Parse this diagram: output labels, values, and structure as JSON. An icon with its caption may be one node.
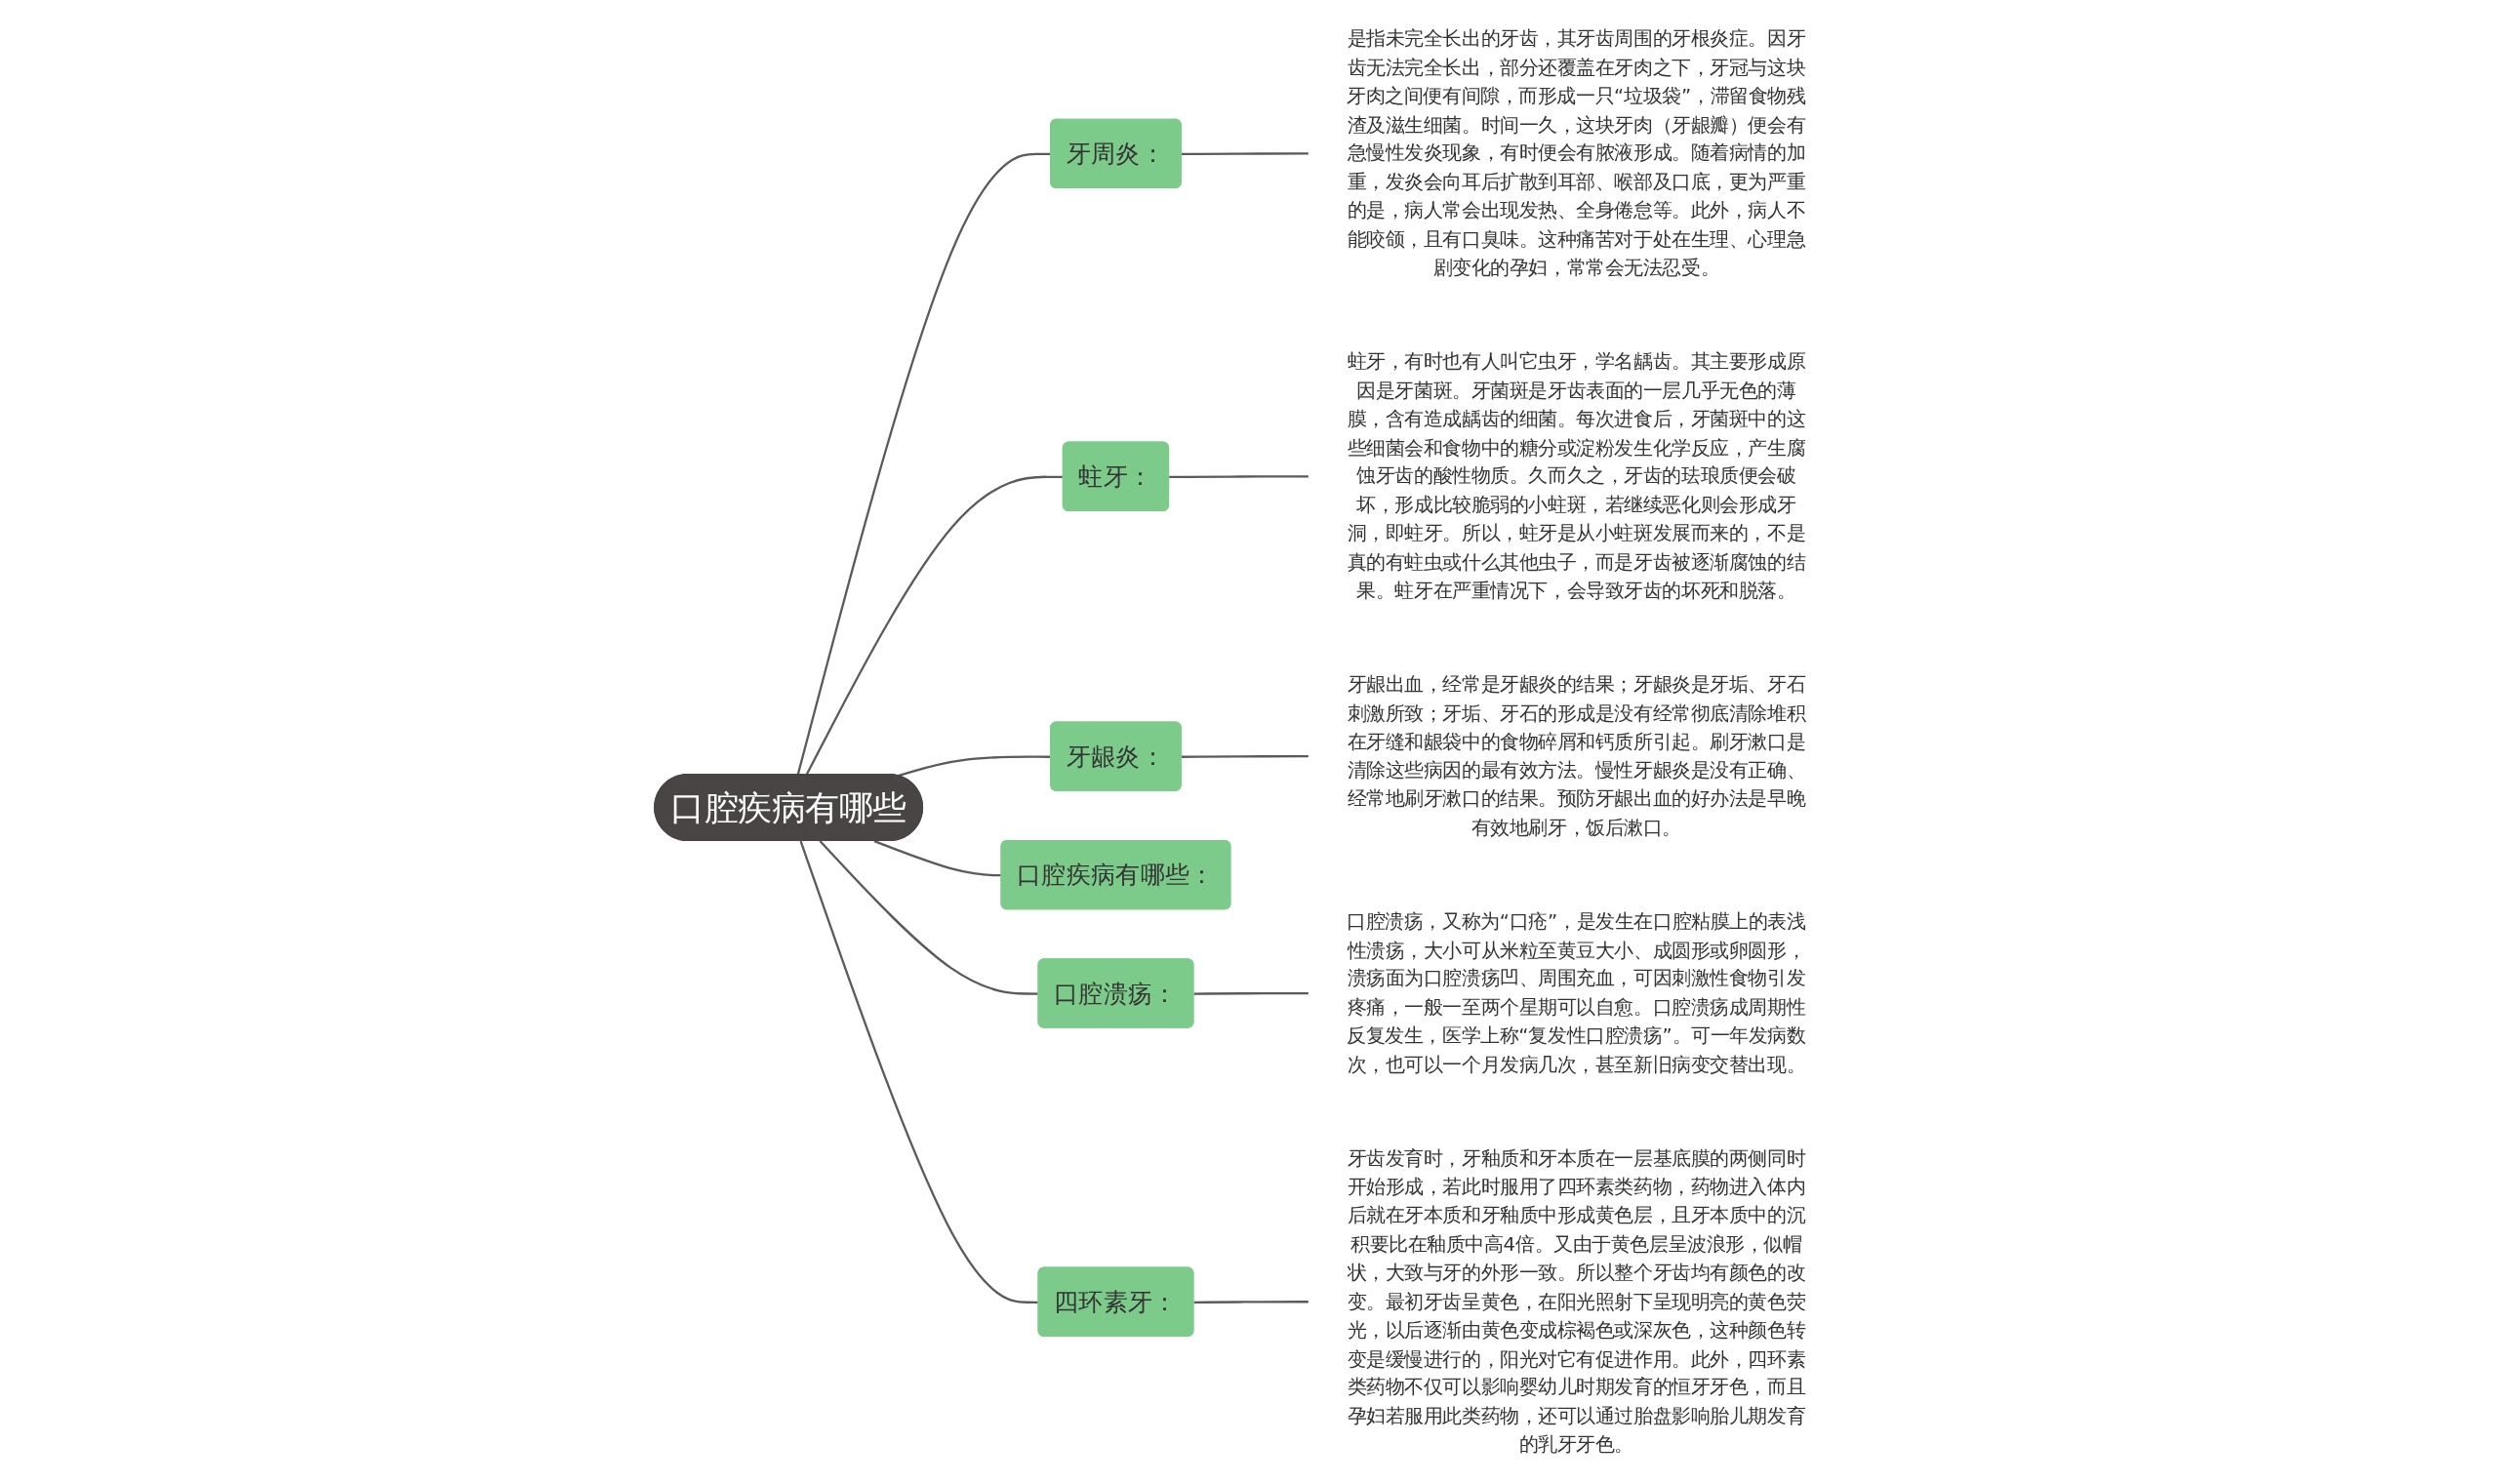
{
  "diagram": {
    "nodes": [
      {
        "text": [
          "口腔疾病有哪些"
        ]
      },
      {
        "text": [
          "牙周炎："
        ]
      },
      {
        "text": [
          "是指未完全长出的牙齿，其牙齿周围的牙根炎症。因牙齿无法完全长出，部分还覆盖在牙肉之下，牙冠与这块牙肉之间便有间隙，而形成一只“垃圾袋”，滞留食物残渣及滋生细菌。时间一久，这块牙肉（牙龈瓣）便会有急慢性发炎现象，有时便会有脓液形成。随着病情的加重，发炎会向耳后扩散到耳部、喉部及口底，更为严重的是，病人常会出现发热、全身倦怠等。此外，病人不能咬颌，且有口臭味。这种痛苦对于处在生理、心理急剧变化的孕妇，常常会无法忍受。"
        ]
      },
      {
        "text": [
          "蛀牙："
        ]
      },
      {
        "text": [
          "蛀牙，有时也有人叫它虫牙，学名龋齿。其主要形成原因是牙菌斑。牙菌斑是牙齿表面的一层几乎无色的薄膜，含有造成龋齿的细菌。每次进食后，牙菌斑中的这些细菌会和食物中的糖分或淀粉发生化学反应，产生腐蚀牙齿的酸性物质。久而久之，牙齿的珐琅质便会破坏，形成比较脆弱的小蛀斑，若继续恶化则会形成牙洞，即蛀牙。所以，蛀牙是从小蛀斑发展而来的，不是真的有蛀虫或什么其他虫子，而是牙齿被逐渐腐蚀的结果。蛀牙在严重情况下，会导致牙齿的坏死和脱落。"
        ]
      },
      {
        "text": [
          "牙龈炎："
        ]
      },
      {
        "text": [
          "牙龈出血，经常是牙龈炎的结果；牙龈炎是牙垢、牙石刺激所致；牙垢、牙石的形成是没有经常彻底清除堆积在牙缝和龈袋中的食物碎屑和钙质所引起。刷牙漱口是清除这些病因的最有效方法。慢性牙龈炎是没有正确、经常地刷牙漱口的结果。预防牙龈出血的好办法是早晚有效地刷牙，饭后漱口。"
        ]
      },
      {
        "text": [
          "口腔疾病有哪些："
        ]
      },
      {
        "text": [
          "口腔溃疡："
        ]
      },
      {
        "text": [
          "口腔溃疡，又称为“口疮”，是发生在口腔粘膜上的表浅性溃疡，大小可从米粒至黄豆大小、成圆形或卵圆形，溃疡面为口腔溃疡凹、周围充血，可因刺激性食物引发疼痛，一般一至两个星期可以自愈。口腔溃疡成周期性反复发生，医学上称“复发性口腔溃疡”。可一年发病数次，也可以一个月发病几次，甚至新旧病变交替出现。"
        ]
      },
      {
        "text": [
          "四环素牙："
        ]
      },
      {
        "text": [
          "牙齿发育时，牙釉质和牙本质在一层基底膜的两侧同时开始形成，若此时服用了四环素类药物，药物进入体内后就在牙本质和牙釉质中形成黄色层，且牙本质中的沉积要比在釉质中高4倍。又由于黄色层呈波浪形，似帽状，大致与牙的外形一致。所以整个牙齿均有颜色的改变。最初牙齿呈黄色，在阳光照射下呈现明亮的黄色荧光，以后逐渐由黄色变成棕褐色或深灰色，这种颜色转变是缓慢进行的，阳光对它有促进作用。此外，四环素类药物不仅可以影响婴幼儿时期发育的恒牙牙色，而且孕妇若服用此类药物，还可以通过胎盘影响胎儿期发育的乳牙牙色。"
        ]
      }
    ],
    "edges": [
      {
        "from": 0,
        "to": 1,
        "arrow": "none"
      },
      {
        "from": 1,
        "to": 2,
        "arrow": "none"
      },
      {
        "from": 0,
        "to": 3,
        "arrow": "none"
      },
      {
        "from": 3,
        "to": 4,
        "arrow": "none"
      },
      {
        "from": 0,
        "to": 5,
        "arrow": "none"
      },
      {
        "from": 5,
        "to": 6,
        "arrow": "none"
      },
      {
        "from": 0,
        "to": 7,
        "arrow": "none"
      },
      {
        "from": 0,
        "to": 8,
        "arrow": "none"
      },
      {
        "from": 8,
        "to": 9,
        "arrow": "none"
      },
      {
        "from": 0,
        "to": 10,
        "arrow": "none"
      },
      {
        "from": 10,
        "to": 11,
        "arrow": "none"
      }
    ]
  }
}
